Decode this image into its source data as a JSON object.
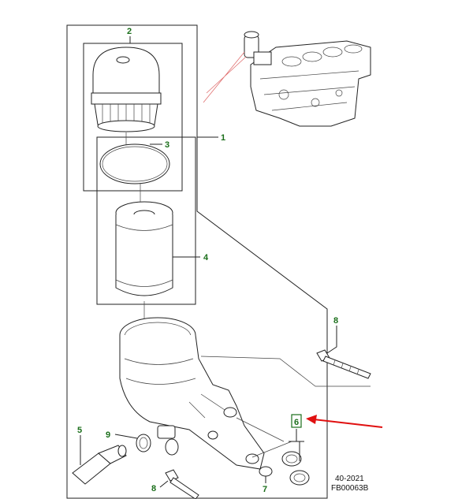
{
  "callouts": {
    "c1": "1",
    "c2": "2",
    "c3": "3",
    "c4": "4",
    "c5": "5",
    "c6": "6",
    "c7": "7",
    "c8a": "8",
    "c8b": "8",
    "c9": "9"
  },
  "footer": {
    "date_code": "40-2021",
    "figure_id": "FB00063B"
  },
  "colors": {
    "callout": "#1a6e1a",
    "highlight_arrow": "#e01010",
    "line": "#222222"
  }
}
